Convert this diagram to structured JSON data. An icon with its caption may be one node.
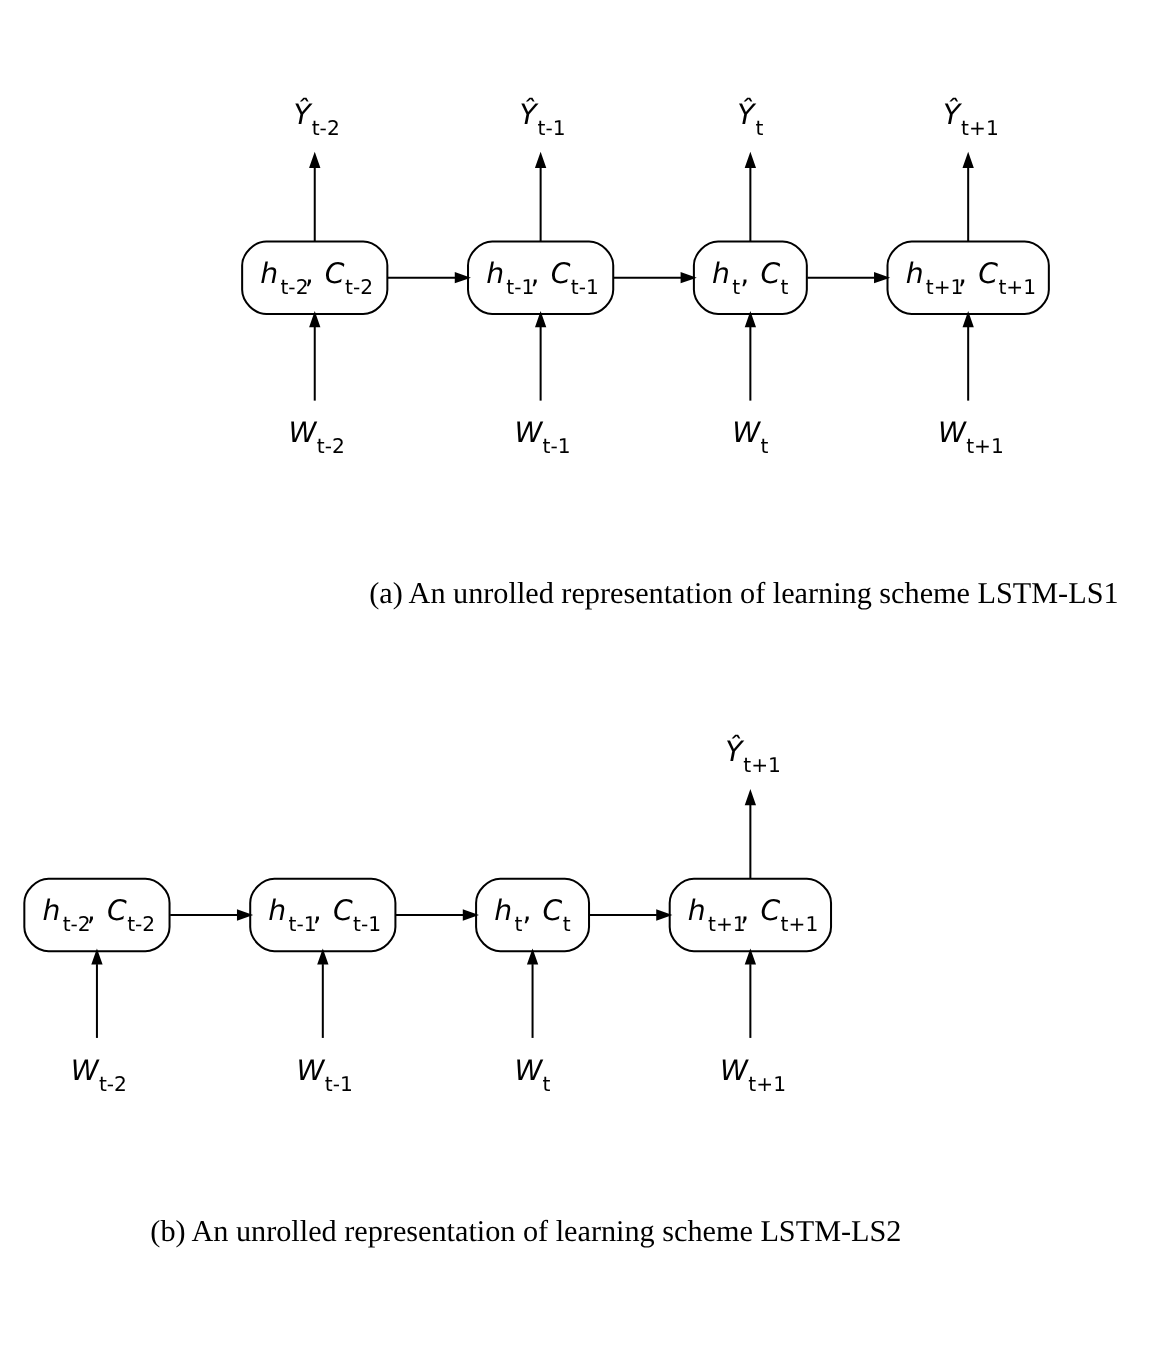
{
  "diagram": {
    "nodes": [
      {
        "text": [
          "*Ŷ*$_{t-2}$"
        ]
      },
      {
        "text": [
          "*Ŷ*$_{t-1}$"
        ]
      },
      {
        "text": [
          "*Ŷ*$_{t}$"
        ]
      },
      {
        "text": [
          "*Ŷ*$_{t+1}$"
        ]
      },
      {
        "text": [
          "*h*$_{t-2}$, *C*$_{t-2}$"
        ]
      },
      {
        "text": [
          "*h*$_{t-1}$, *C*$_{t-1}$"
        ]
      },
      {
        "text": [
          "*h*$_{t}$, *C*$_{t}$"
        ]
      },
      {
        "text": [
          "*h*$_{t+1}$, *C*$_{t+1}$"
        ]
      },
      {
        "text": [
          "*W*$_{t-2}$"
        ]
      },
      {
        "text": [
          "*W*$_{t-1}$"
        ]
      },
      {
        "text": [
          "*W*$_{t}$"
        ]
      },
      {
        "text": [
          "*W*$_{t+1}$"
        ]
      },
      {
        "text": [
          "*Ŷ*$_{t+1}$"
        ]
      },
      {
        "text": [
          "*h*$_{t-2}$, *C*$_{t-2}$"
        ]
      },
      {
        "text": [
          "*h*$_{t-1}$, *C*$_{t-1}$"
        ]
      },
      {
        "text": [
          "*h*$_{t}$, *C*$_{t}$"
        ]
      },
      {
        "text": [
          "*h*$_{t+1}$, *C*$_{t+1}$"
        ]
      },
      {
        "text": [
          "*W*$_{t-2}$"
        ]
      },
      {
        "text": [
          "*W*$_{t-1}$"
        ]
      },
      {
        "text": [
          "*W*$_{t}$"
        ]
      },
      {
        "text": [
          "*W*$_{t+1}$"
        ]
      }
    ],
    "edges": [
      {
        "from": 8,
        "to": 4,
        "arrow": "to"
      },
      {
        "from": 9,
        "to": 5,
        "arrow": "to"
      },
      {
        "from": 10,
        "to": 6,
        "arrow": "to"
      },
      {
        "from": 11,
        "to": 7,
        "arrow": "to"
      },
      {
        "from": 4,
        "to": 0,
        "arrow": "to"
      },
      {
        "from": 5,
        "to": 1,
        "arrow": "to"
      },
      {
        "from": 6,
        "to": 2,
        "arrow": "to"
      },
      {
        "from": 7,
        "to": 3,
        "arrow": "to"
      },
      {
        "from": 4,
        "to": 5,
        "arrow": "to"
      },
      {
        "from": 5,
        "to": 6,
        "arrow": "to"
      },
      {
        "from": 6,
        "to": 7,
        "arrow": "to"
      },
      {
        "from": 17,
        "to": 13,
        "arrow": "to"
      },
      {
        "from": 18,
        "to": 14,
        "arrow": "to"
      },
      {
        "from": 19,
        "to": 15,
        "arrow": "to"
      },
      {
        "from": 20,
        "to": 16,
        "arrow": "to"
      },
      {
        "from": 16,
        "to": 12,
        "arrow": "to"
      },
      {
        "from": 13,
        "to": 14,
        "arrow": "to"
      },
      {
        "from": 14,
        "to": 15,
        "arrow": "to"
      },
      {
        "from": 15,
        "to": 16,
        "arrow": "to"
      }
    ],
    "labels": [
      "(a) An unrolled representation of learning scheme LSTM-LS1",
      "(b) An unrolled representation of learning scheme LSTM-LS2"
    ]
  }
}
